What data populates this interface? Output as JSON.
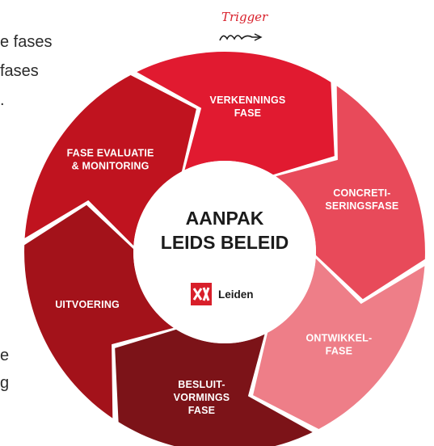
{
  "left_fragments": [
    "e fases",
    "fases",
    ".",
    "e",
    "g"
  ],
  "trigger": "Trigger",
  "center": {
    "line1": "AANPAK",
    "line2": "LEIDS BELEID"
  },
  "logo": {
    "name": "Leiden"
  },
  "segments": [
    {
      "lines": [
        "VERKENNINGS",
        "FASE"
      ],
      "color": "#e11a30"
    },
    {
      "lines": [
        "CONCRETI-",
        "SERINGSFASE"
      ],
      "color": "#e84a5a"
    },
    {
      "lines": [
        "ONTWIKKEL-",
        "FASE"
      ],
      "color": "#ee7e88"
    },
    {
      "lines": [
        "BESLUIT-",
        "VORMINGS",
        "FASE"
      ],
      "color": "#7c1318"
    },
    {
      "lines": [
        "UITVOERING"
      ],
      "color": "#a3121a"
    },
    {
      "lines": [
        "FASE EVALUATIE",
        "& MONITORING"
      ],
      "color": "#c0131f"
    }
  ]
}
